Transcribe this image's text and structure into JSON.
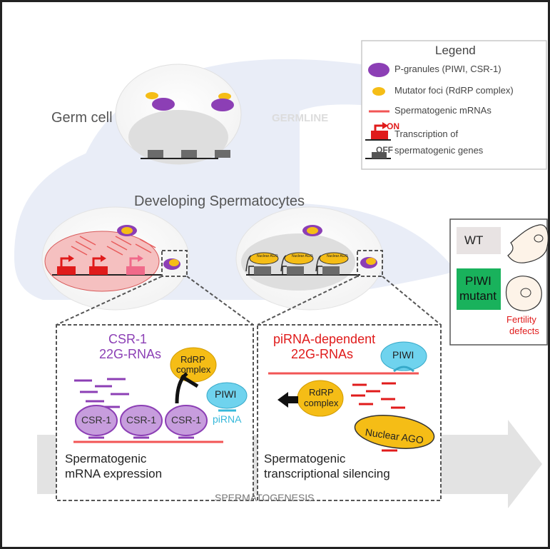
{
  "germline": {
    "germ_cell_label": "Germ cell",
    "germline_label": "GERMLINE",
    "developing_label": "Developing Spermatocytes"
  },
  "legend": {
    "title": "Legend",
    "items": [
      {
        "label": "P-granules (PIWI, CSR-1)",
        "icon": "p-granule-icon",
        "color": "#8c3fb5"
      },
      {
        "label": "Mutator foci (RdRP complex)",
        "icon": "mutator-foci-icon",
        "color": "#f5bd16"
      },
      {
        "label": "Spermatogenic mRNAs",
        "icon": "mrna-line-icon",
        "color": "#f25555"
      },
      {
        "label": "Transcription of",
        "icon": "transcription-on-icon",
        "color": "#e01b1b"
      },
      {
        "label": "spermatogenic genes",
        "icon": "transcription-off-icon",
        "color": "#555555"
      }
    ],
    "on_label": "ON",
    "off_label": "OFF"
  },
  "phenotype": {
    "wt_label": "WT",
    "piwi_line1": "PIWI",
    "piwi_line2": "mutant",
    "fertility_line1": "Fertility",
    "fertility_line2": "defects",
    "wt_box_color": "#e8e3e3",
    "piwi_box_color": "#19b25c",
    "fertility_color": "#e01b1b"
  },
  "left_panel": {
    "title_line1": "CSR-1",
    "title_line2": "22G-RNAs",
    "rdrp_line1": "RdRP",
    "rdrp_line2": "complex",
    "piwi_label": "PIWI",
    "pirna_label": "piRNA",
    "csr1_labels": [
      "CSR-1",
      "CSR-1",
      "CSR-1"
    ],
    "caption_line1": "Spermatogenic",
    "caption_line2": "mRNA expression"
  },
  "right_panel": {
    "title_line1": "piRNA-dependent",
    "title_line2": "22G-RNAs",
    "piwi_label": "PIWI",
    "rdrp_line1": "RdRP",
    "rdrp_line2": "complex",
    "nuclear_ago_label": "Nuclear AGO",
    "caption_line1": "Spermatogenic",
    "caption_line2": "transcriptional silencing",
    "mini_ago_label": "Nuclear AGO"
  },
  "process": {
    "label": "SPERMATOGENESIS"
  },
  "colors": {
    "p_granule": "#8c3fb5",
    "mutator_foci": "#f5bd16",
    "mrna": "#f25555",
    "piwi": "#6fd3ee",
    "csr1": "#c79ddd",
    "on_red": "#e01b1b",
    "off_gray": "#555555",
    "germline_region": "#e9edf7",
    "arrow_gray": "#e3e3e3"
  }
}
